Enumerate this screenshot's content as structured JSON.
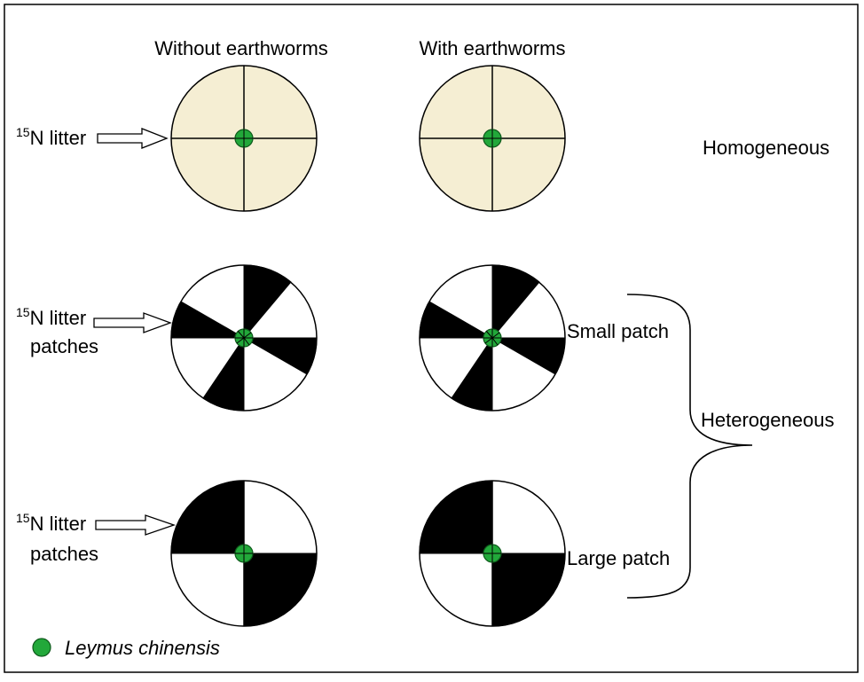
{
  "columns": {
    "without": "Without earthworms",
    "with": "With earthworms"
  },
  "rows": {
    "homogeneous": {
      "arrow_label_sup": "15",
      "arrow_label_main": "N litter",
      "side_label": "Homogeneous"
    },
    "small_patch": {
      "arrow_label_sup": "15",
      "arrow_label_main": "N litter",
      "arrow_label_line2": "patches",
      "side_label": "Small patch"
    },
    "large_patch": {
      "arrow_label_sup": "15",
      "arrow_label_main": "N litter",
      "arrow_label_line2": "patches",
      "side_label": "Large patch"
    }
  },
  "group_label": "Heterogeneous",
  "legend": {
    "label": "Leymus chinensis"
  },
  "colors": {
    "homogeneous_fill": "#f5eed3",
    "patch_fill": "#000000",
    "plant_fill": "#22a83a",
    "plant_stroke": "#0f5a1c",
    "frame": "#000000"
  }
}
